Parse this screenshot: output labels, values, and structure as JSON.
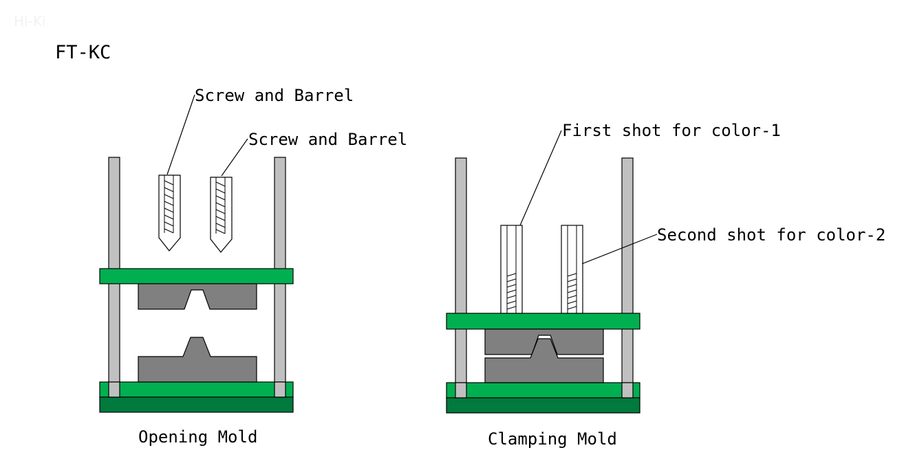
{
  "watermark": "Hi-Ki",
  "title": "FT-KC",
  "opening": {
    "caption": "Opening Mold",
    "label_screw_1": "Screw and Barrel",
    "label_screw_2": "Screw and Barrel"
  },
  "clamping": {
    "caption": "Clamping Mold",
    "label_first": "First shot for color-1",
    "label_second": "Second shot for color-2"
  },
  "colors": {
    "plate_green": "#00b050",
    "base_green": "#007a3d",
    "mold_gray": "#808080",
    "tie_bar": "#c0c0c0"
  }
}
